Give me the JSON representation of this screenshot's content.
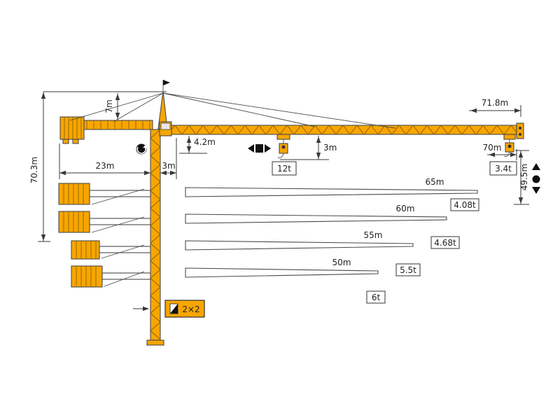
{
  "diagram": "tower-crane-dimension-diagram",
  "colors": {
    "crane_yellow": "#F7A600",
    "outline": "#4a4a4a",
    "dimension_line": "#3a3a3a"
  },
  "dimensions": {
    "total_height": "70.3m",
    "apex_height": "7m",
    "counter_jib_radius": "23m",
    "rear_clearance": "3m",
    "jib_depth": "4.2m",
    "hook_clearance": "3m",
    "max_jib_span": "71.8m",
    "tip_radius": "70m",
    "hook_height": "49.5m",
    "mast_section": "2×2"
  },
  "loads": {
    "max_load": "12t",
    "tip_load": "3.4t"
  },
  "jib_variants": [
    {
      "length": "65m",
      "tip_load": "4.08t"
    },
    {
      "length": "60m",
      "tip_load": "4.68t"
    },
    {
      "length": "55m",
      "tip_load": "5.5t"
    },
    {
      "length": "50m",
      "tip_load": "6t"
    }
  ],
  "icons": {
    "slewing": "rotation-disc",
    "trolley_travel": "left-right-arrows-with-square",
    "hoisting": "up-down-arrows-with-disc",
    "mast_section_flag": "half-shaded-flag"
  }
}
